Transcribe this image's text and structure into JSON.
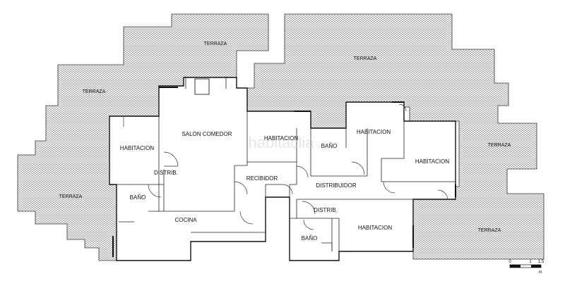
{
  "terraces": {
    "top": "TERRAZA",
    "top_right": "TERRAZA",
    "left_upper": "TERRAZA",
    "left_lower": "TERRAZA",
    "right_middle": "TERRAZA",
    "right_lower": "TERRAZA"
  },
  "rooms": {
    "habitacion_left": "HABITACION",
    "salon": "SALON COMEDOR",
    "distrib_left": "DISTRIB.",
    "bano_left": "BAÑO",
    "cocina": "COCINA",
    "recibidor": "RECIBIDOR",
    "habitacion_center": "HABITACION",
    "bano_center": "BAÑO",
    "habitacion_right1": "HABITACION",
    "habitacion_right2": "HABITACION",
    "distribuidor": "DISTRIBUIDOR",
    "distrib_right": "DISTRIB.",
    "bano_bottom": "BAÑO",
    "habitacion_bottom": "HABITACION"
  },
  "scale": {
    "tick_0": "0",
    "tick_1": "1",
    "tick_15": "1.5",
    "unit": "m"
  },
  "watermark": "habitaclia"
}
